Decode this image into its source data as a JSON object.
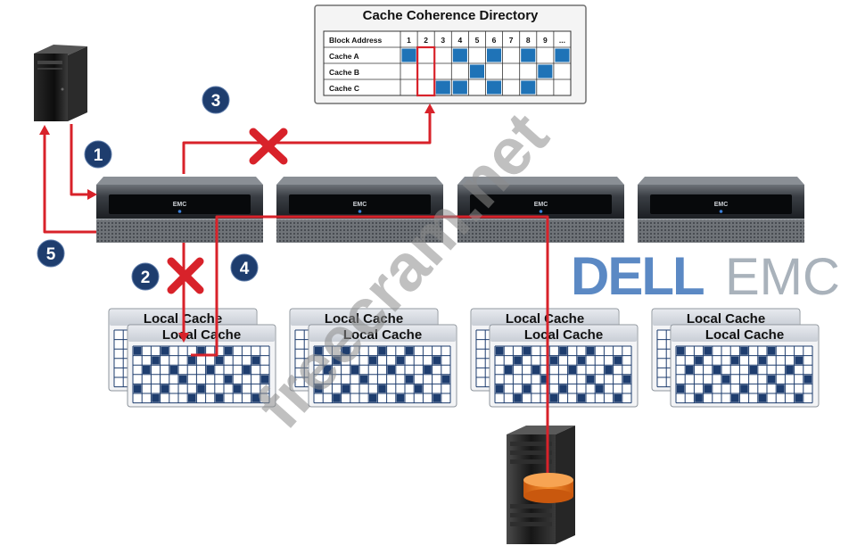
{
  "directory": {
    "title": "Cache Coherence Directory",
    "header_label": "Block Address",
    "columns": [
      "1",
      "2",
      "3",
      "4",
      "5",
      "6",
      "7",
      "8",
      "9",
      "..."
    ],
    "rows": [
      {
        "label": "Cache A",
        "filled": [
          1,
          4,
          6,
          8,
          10
        ]
      },
      {
        "label": "Cache B",
        "filled": [
          5,
          9
        ]
      },
      {
        "label": "Cache C",
        "filled": [
          3,
          4,
          6,
          8
        ]
      }
    ]
  },
  "steps": [
    "1",
    "2",
    "3",
    "4",
    "5"
  ],
  "controller_brand": "EMC",
  "local_cache_label": "Local Cache",
  "logo": {
    "dell": "DELL",
    "emc": "EMC"
  },
  "watermark": "freecram.net",
  "colors": {
    "red": "#d8222a",
    "navy": "#1e3d6e",
    "cell_blue": "#1f73b7",
    "logo_blue": "#5b89c4",
    "logo_gray": "#a9b2bb",
    "disk_orange": "#e87722"
  }
}
